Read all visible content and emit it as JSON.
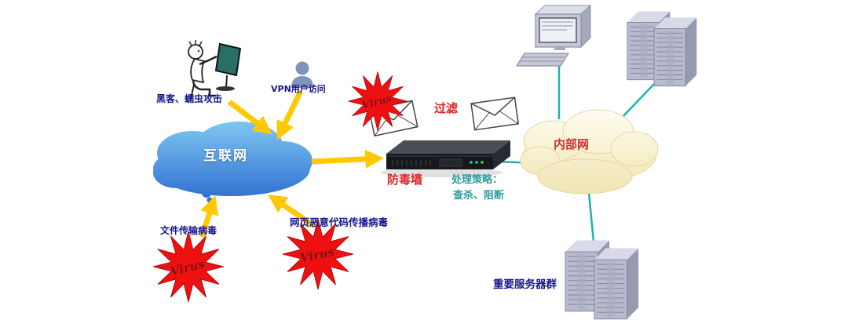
{
  "diagram": {
    "labels": {
      "hacker": "黑客、蠕虫攻击",
      "vpn_user": "VPN用户访问",
      "internet": "互联网",
      "filter": "过滤",
      "firewall": "防毒墙",
      "strategy_title": "处理策略：",
      "strategy_actions": "查杀、阻断",
      "intranet": "内部网",
      "file_virus": "文件传输病毒",
      "web_virus": "网页恶意代码传播病毒",
      "server_group": "重要服务器群",
      "virus": "Virus"
    },
    "colors": {
      "attack_arrow": "#ffc800",
      "network_link": "#19b3b3",
      "virus_star": "#ee1111",
      "virus_star_edge": "#b30000",
      "label_navy": "#16168c",
      "label_red": "#e02020",
      "label_teal": "#2a9d9d"
    },
    "edges": [
      {
        "from": "hacker",
        "to": "internet",
        "type": "attack-arrow"
      },
      {
        "from": "vpn_user",
        "to": "internet",
        "type": "attack-arrow"
      },
      {
        "from": "file_virus",
        "to": "internet",
        "type": "attack-arrow"
      },
      {
        "from": "web_virus",
        "to": "internet",
        "type": "attack-arrow"
      },
      {
        "from": "internet",
        "to": "firewall",
        "type": "attack-arrow"
      },
      {
        "from": "firewall",
        "to": "intranet",
        "type": "network-link"
      },
      {
        "from": "intranet",
        "to": "desktop-computer",
        "type": "network-link"
      },
      {
        "from": "intranet",
        "to": "server-rack",
        "type": "network-link"
      },
      {
        "from": "intranet",
        "to": "server-group",
        "type": "network-link"
      }
    ]
  }
}
